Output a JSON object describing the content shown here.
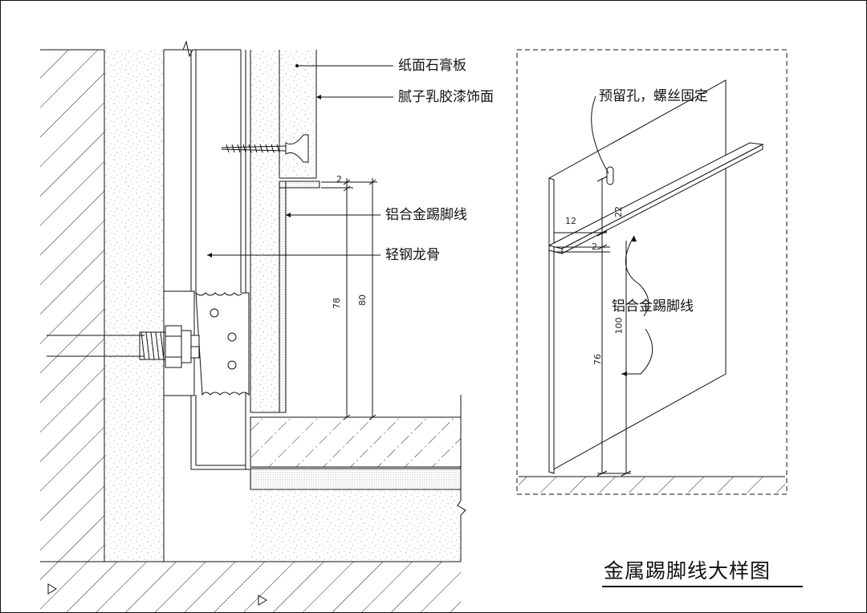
{
  "title": "金属踢脚线大样图",
  "section_labels": {
    "gypsum_board": "纸面石膏板",
    "putty_paint": "腻子乳胶漆饰面",
    "skirting": "铝合金踢脚线",
    "steel_keel": "轻钢龙骨"
  },
  "section_dims": {
    "d2": "2",
    "d78": "78",
    "d80": "80"
  },
  "detail_labels": {
    "hole": "预留孔，螺丝固定",
    "skirting": "铝合金踢脚线"
  },
  "detail_dims": {
    "d22": "22",
    "d12": "12",
    "d2": "2",
    "d100": "100",
    "d76": "76"
  },
  "colors": {
    "line": "#1a1a1a",
    "stipple": "#8a8a8a",
    "background": "#ffffff"
  }
}
